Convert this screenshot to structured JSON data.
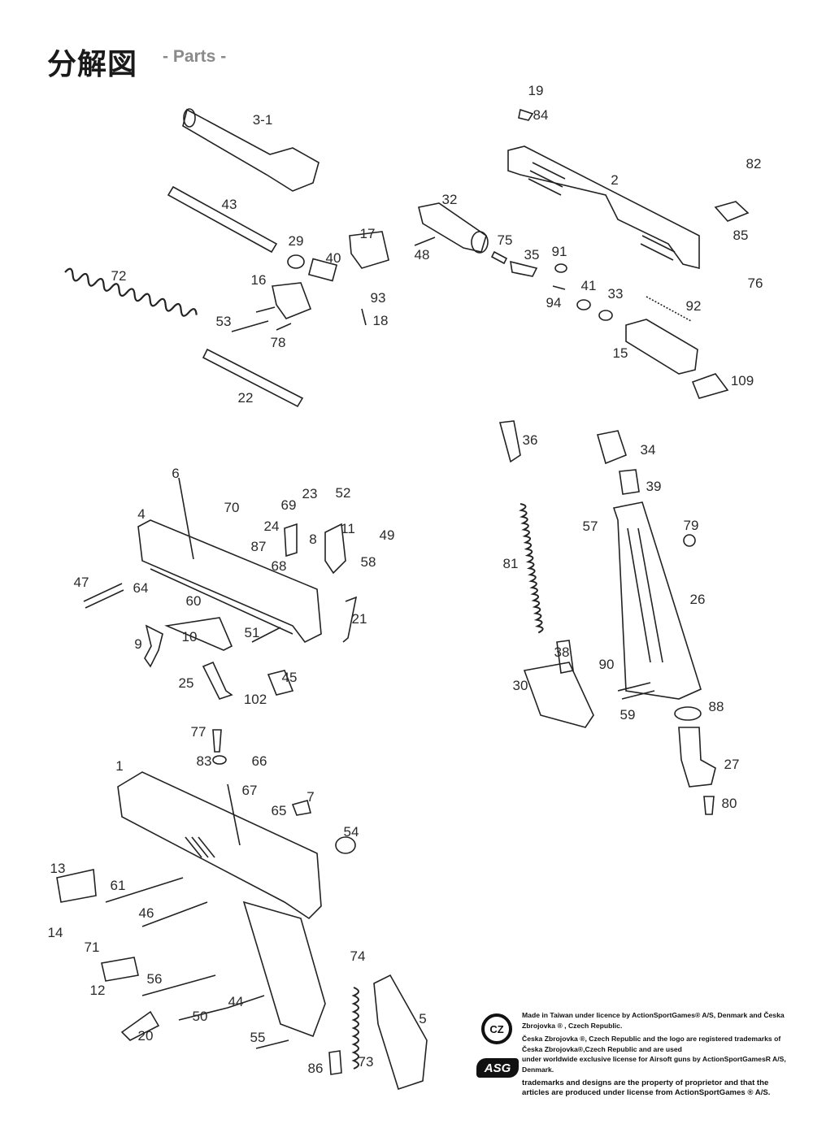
{
  "header": {
    "title": "分解図",
    "subtitle": "- Parts -"
  },
  "part_labels": [
    "3-1",
    "43",
    "29",
    "40",
    "17",
    "72",
    "16",
    "93",
    "18",
    "53",
    "78",
    "22",
    "19",
    "84",
    "2",
    "82",
    "32",
    "75",
    "35",
    "91",
    "48",
    "85",
    "76",
    "41",
    "33",
    "94",
    "92",
    "15",
    "109",
    "36",
    "34",
    "39",
    "6",
    "70",
    "69",
    "23",
    "52",
    "4",
    "24",
    "8",
    "11",
    "49",
    "87",
    "68",
    "58",
    "57",
    "79",
    "81",
    "47",
    "64",
    "60",
    "26",
    "21",
    "9",
    "10",
    "51",
    "38",
    "90",
    "45",
    "25",
    "102",
    "30",
    "59",
    "88",
    "77",
    "83",
    "66",
    "1",
    "27",
    "67",
    "7",
    "65",
    "54",
    "80",
    "13",
    "61",
    "46",
    "14",
    "71",
    "74",
    "12",
    "56",
    "5",
    "44",
    "50",
    "20",
    "55",
    "86",
    "73"
  ],
  "footer": {
    "cz_logo": "CZ",
    "asg_logo": "ASG",
    "line1": "Made in Taiwan under licence by ActionSportGames® A/S, Denmark and Česka Zbrojovka ® , Czech Republic.",
    "line2": "Česka Zbrojovka ®, Czech Republic and the logo are registered trademarks of Česka Zbrojovka®,Czech Republic and are used",
    "line3": "under worldwide exclusive license for Airsoft guns by ActionSportGamesR A/S, Denmark.",
    "line4": "trademarks and designs are the property of proprietor and that the articles are produced under license from ActionSportGames ® A/S."
  }
}
